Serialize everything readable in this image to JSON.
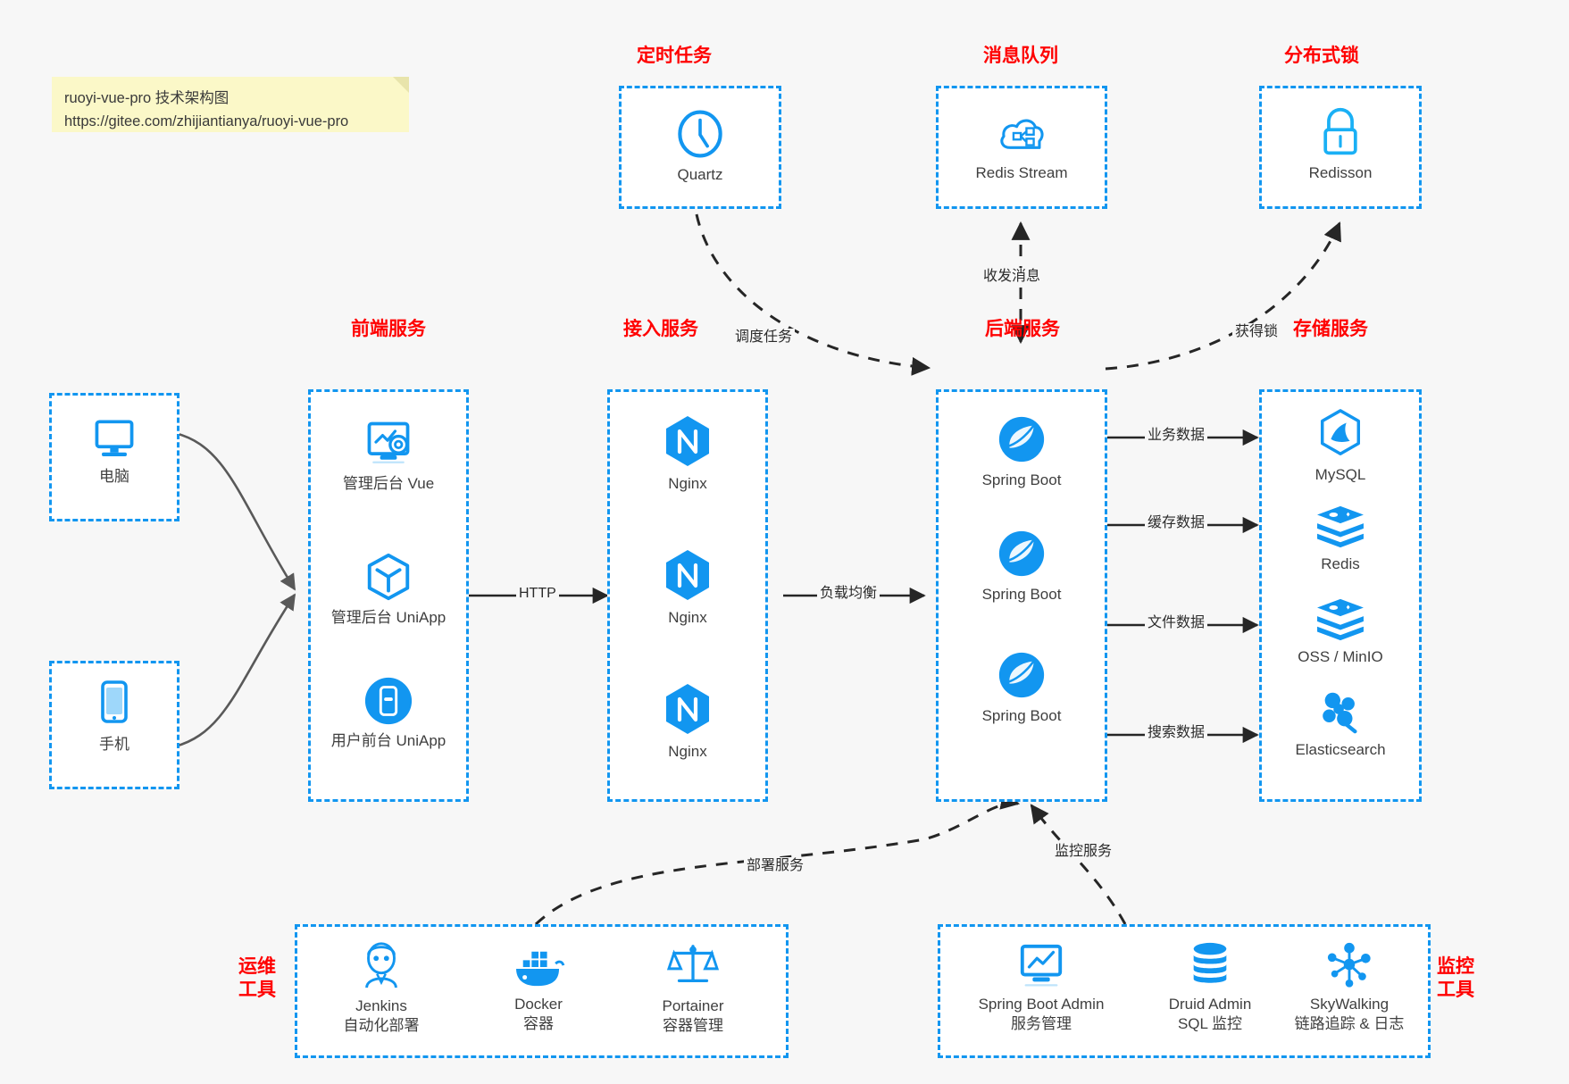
{
  "note": {
    "line1": "ruoyi-vue-pro 技术架构图",
    "line2": "https://gitee.com/zhijiantianya/ruoyi-vue-pro"
  },
  "colors": {
    "accent_blue": "#1296f0",
    "title_red": "#ff0000",
    "arrow_dark": "#262626",
    "arrow_grey": "#595959",
    "note_bg": "#fbf8c8",
    "page_bg": "#f7f7f7"
  },
  "groups": {
    "scheduled_task": {
      "title": "定时任务",
      "nodes": [
        {
          "label": "Quartz",
          "icon": "clock-icon"
        }
      ]
    },
    "message_queue": {
      "title": "消息队列",
      "nodes": [
        {
          "label": "Redis Stream",
          "icon": "cloud-network-icon"
        }
      ]
    },
    "distributed_lock": {
      "title": "分布式锁",
      "nodes": [
        {
          "label": "Redisson",
          "icon": "lock-icon"
        }
      ]
    },
    "clients": {
      "nodes": [
        {
          "label": "电脑",
          "icon": "desktop-icon"
        },
        {
          "label": "手机",
          "icon": "phone-icon"
        }
      ]
    },
    "frontend": {
      "title": "前端服务",
      "nodes": [
        {
          "label": "管理后台 Vue",
          "icon": "dashboard-gear-icon"
        },
        {
          "label": "管理后台 UniApp",
          "icon": "cube-icon"
        },
        {
          "label": "用户前台 UniApp",
          "icon": "mobile-app-icon"
        }
      ]
    },
    "gateway": {
      "title": "接入服务",
      "nodes": [
        {
          "label": "Nginx",
          "icon": "nginx-icon"
        },
        {
          "label": "Nginx",
          "icon": "nginx-icon"
        },
        {
          "label": "Nginx",
          "icon": "nginx-icon"
        }
      ]
    },
    "backend": {
      "title": "后端服务",
      "nodes": [
        {
          "label": "Spring Boot",
          "icon": "spring-boot-icon"
        },
        {
          "label": "Spring Boot",
          "icon": "spring-boot-icon"
        },
        {
          "label": "Spring Boot",
          "icon": "spring-boot-icon"
        }
      ]
    },
    "storage": {
      "title": "存储服务",
      "nodes": [
        {
          "label": "MySQL",
          "icon": "mysql-icon"
        },
        {
          "label": "Redis",
          "icon": "redis-icon"
        },
        {
          "label": "OSS / MinIO",
          "icon": "oss-minio-icon"
        },
        {
          "label": "Elasticsearch",
          "icon": "elasticsearch-icon"
        }
      ]
    },
    "ops_tools": {
      "title_line1": "运维",
      "title_line2": "工具",
      "nodes": [
        {
          "label": "Jenkins",
          "sub": "自动化部署",
          "icon": "jenkins-icon"
        },
        {
          "label": "Docker",
          "sub": "容器",
          "icon": "docker-icon"
        },
        {
          "label": "Portainer",
          "sub": "容器管理",
          "icon": "portainer-icon"
        }
      ]
    },
    "monitor_tools": {
      "title_line1": "监控",
      "title_line2": "工具",
      "nodes": [
        {
          "label": "Spring Boot Admin",
          "sub": "服务管理",
          "icon": "monitor-screen-icon"
        },
        {
          "label": "Druid Admin",
          "sub": "SQL 监控",
          "icon": "database-icon"
        },
        {
          "label": "SkyWalking",
          "sub": "链路追踪 & 日志",
          "icon": "skywalking-icon"
        }
      ]
    }
  },
  "edges": {
    "schedule_task": "调度任务",
    "send_receive_message": "收发消息",
    "acquire_lock": "获得锁",
    "http": "HTTP",
    "load_balance": "负载均衡",
    "business_data": "业务数据",
    "cache_data": "缓存数据",
    "file_data": "文件数据",
    "search_data": "搜索数据",
    "deploy_service": "部署服务",
    "monitor_service": "监控服务"
  }
}
